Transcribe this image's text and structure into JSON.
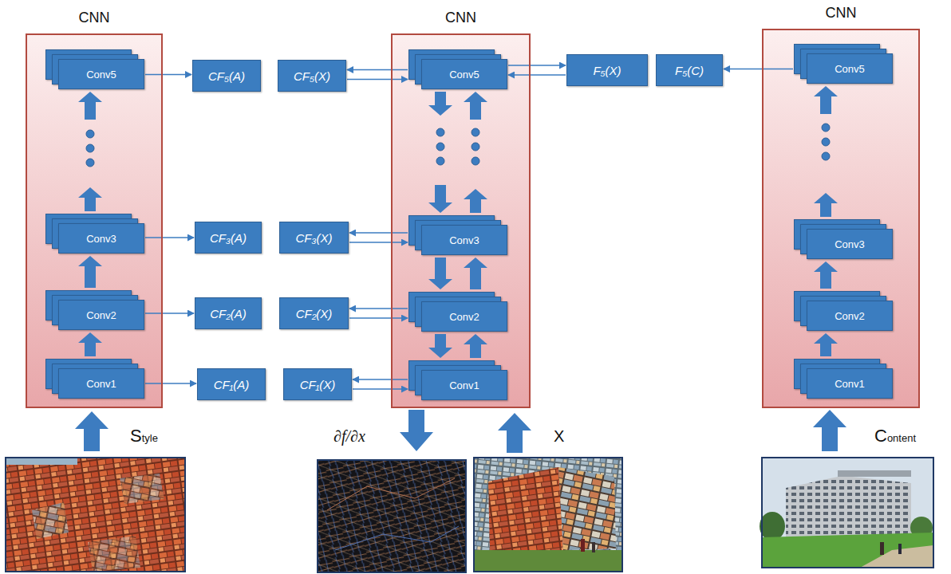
{
  "diagram": {
    "nodes": [
      {
        "text": [
          "CNN"
        ]
      },
      {
        "text": [
          "Conv5"
        ],
        "in": 0
      },
      {
        "text": [
          "Conv3"
        ],
        "in": 0
      },
      {
        "text": [
          "Conv2"
        ],
        "in": 0
      },
      {
        "text": [
          "Conv1"
        ],
        "in": 0
      },
      {
        "text": [
          "CF₅(A)"
        ]
      },
      {
        "text": [
          "CF₅(X)"
        ]
      },
      {
        "text": [
          "CNN"
        ]
      },
      {
        "text": [
          "Conv5"
        ],
        "in": 7
      },
      {
        "text": [
          "Conv3"
        ],
        "in": 7
      },
      {
        "text": [
          "Conv2"
        ],
        "in": 7
      },
      {
        "text": [
          "Conv1"
        ],
        "in": 7
      },
      {
        "text": [
          "F₅(X)"
        ]
      },
      {
        "text": [
          "F₅(C)"
        ]
      },
      {
        "text": [
          "CNN"
        ]
      },
      {
        "text": [
          "Conv5"
        ],
        "in": 14
      },
      {
        "text": [
          "Conv3"
        ],
        "in": 14
      },
      {
        "text": [
          "Conv2"
        ],
        "in": 14
      },
      {
        "text": [
          "Conv1"
        ],
        "in": 14
      },
      {
        "text": [
          "CF₃(A)"
        ]
      },
      {
        "text": [
          "CF₃(X)"
        ]
      },
      {
        "text": [
          "CF₂(A)"
        ]
      },
      {
        "text": [
          "CF₂(X)"
        ]
      },
      {
        "text": [
          "CF₁(A)"
        ]
      },
      {
        "text": [
          "CF₁(X)"
        ]
      }
    ],
    "edges": [
      {
        "from": 4,
        "to": 3,
        "arrow": "to"
      },
      {
        "from": 3,
        "to": 2,
        "arrow": "to"
      },
      {
        "from": 2,
        "to": 1,
        "arrow": "to"
      },
      {
        "from": 1,
        "to": 5,
        "arrow": "to"
      },
      {
        "from": 2,
        "to": 19,
        "arrow": "to"
      },
      {
        "from": 3,
        "to": 21,
        "arrow": "to"
      },
      {
        "from": 4,
        "to": 23,
        "arrow": "to"
      },
      {
        "from": 8,
        "to": 6,
        "arrow": "to"
      },
      {
        "from": 6,
        "to": 8,
        "arrow": "to"
      },
      {
        "from": 9,
        "to": 20,
        "arrow": "to"
      },
      {
        "from": 20,
        "to": 9,
        "arrow": "to"
      },
      {
        "from": 10,
        "to": 22,
        "arrow": "to"
      },
      {
        "from": 22,
        "to": 10,
        "arrow": "to"
      },
      {
        "from": 11,
        "to": 24,
        "arrow": "to"
      },
      {
        "from": 24,
        "to": 11,
        "arrow": "to"
      },
      {
        "from": 8,
        "to": 12,
        "arrow": "to"
      },
      {
        "from": 12,
        "to": 8,
        "arrow": "to"
      },
      {
        "from": 15,
        "to": 13,
        "arrow": "to"
      },
      {
        "from": 18,
        "to": 17,
        "arrow": "to"
      },
      {
        "from": 17,
        "to": 16,
        "arrow": "to"
      },
      {
        "from": 16,
        "to": 15,
        "arrow": "to"
      },
      {
        "from": 11,
        "to": 10,
        "arrow": "to"
      },
      {
        "from": 10,
        "to": 9,
        "arrow": "to"
      },
      {
        "from": 9,
        "to": 8,
        "arrow": "to"
      },
      {
        "from": 8,
        "to": 9,
        "arrow": "to"
      },
      {
        "from": 9,
        "to": 10,
        "arrow": "to"
      },
      {
        "from": 10,
        "to": 11,
        "arrow": "to"
      }
    ],
    "labels": [
      "Style",
      "∂f/∂x",
      "X",
      "Content"
    ]
  }
}
